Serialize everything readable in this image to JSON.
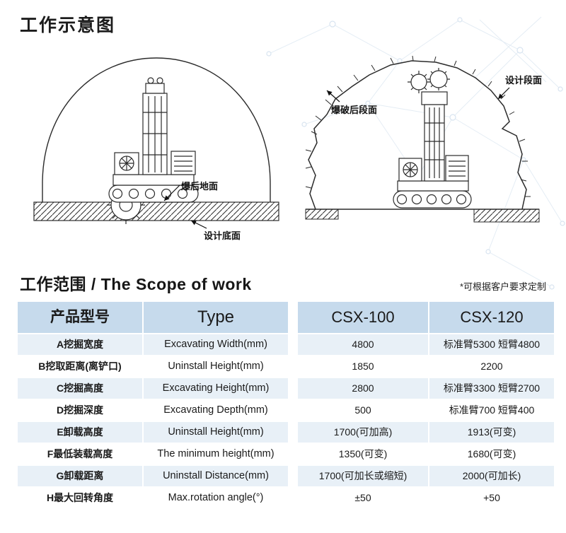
{
  "page": {
    "title": "工作示意图"
  },
  "section": {
    "title": "工作范围 / The Scope of work",
    "note": "*可根据客户要求定制"
  },
  "diagram_left": {
    "ground_label": "爆后地面",
    "design_label": "设计底面"
  },
  "diagram_right": {
    "blast_label": "爆破后段面",
    "design_label": "设计段面"
  },
  "table": {
    "headers": [
      "产品型号",
      "Type",
      "CSX-100",
      "CSX-120"
    ],
    "rows": [
      [
        "A挖掘宽度",
        "Excavating Width(mm)",
        "4800",
        "标准臂5300 短臂4800"
      ],
      [
        "B挖取距离(离铲口)",
        "Uninstall Height(mm)",
        "1850",
        "2200"
      ],
      [
        "C挖掘高度",
        "Excavating Height(mm)",
        "2800",
        "标准臂3300 短臂2700"
      ],
      [
        "D挖掘深度",
        "Excavating Depth(mm)",
        "500",
        "标准臂700 短臂400"
      ],
      [
        "E卸载高度",
        "Uninstall Height(mm)",
        "1700(可加高)",
        "1913(可变)"
      ],
      [
        "F最低装载高度",
        "The minimum height(mm)",
        "1350(可变)",
        "1680(可变)"
      ],
      [
        "G卸载距离",
        "Uninstall Distance(mm)",
        "1700(可加长或缩短)",
        "2000(可加长)"
      ],
      [
        "H最大回转角度",
        "Max.rotation angle(°)",
        "±50",
        "+50"
      ]
    ]
  }
}
